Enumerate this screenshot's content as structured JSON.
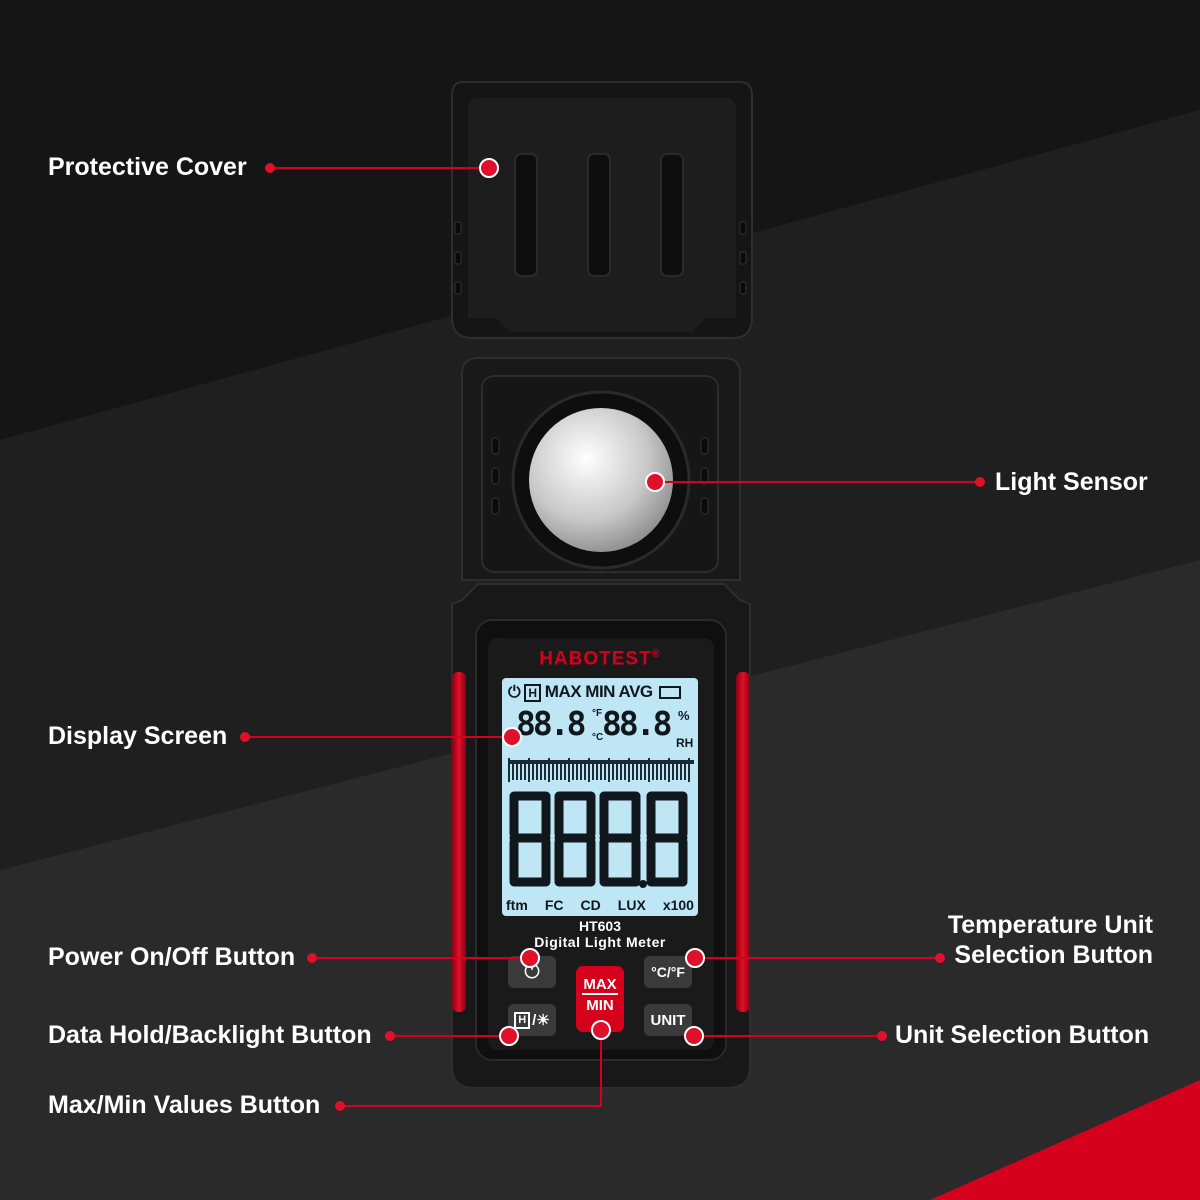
{
  "labels": {
    "protective_cover": "Protective Cover",
    "light_sensor": "Light Sensor",
    "display_screen": "Display Screen",
    "power_button": "Power On/Off Button",
    "temp_unit_line1": "Temperature Unit",
    "temp_unit_line2": "Selection Button",
    "data_hold": "Data Hold/Backlight Button",
    "unit_selection": "Unit Selection Button",
    "max_min": "Max/Min Values Button"
  },
  "device": {
    "brand": "HABOTEST",
    "registered": "®",
    "model": "HT603",
    "product_name": "Digital Light Meter",
    "lcd": {
      "status_icons": "MAX MIN AVG",
      "hold_icon": "H",
      "temp_digits": "88.8",
      "temp_unit_f": "°F",
      "temp_unit_c": "°C",
      "rh_digits": "88.8",
      "rh_percent": "%",
      "rh_label": "RH",
      "main_digits": "8888",
      "units": [
        "ftm",
        "FC",
        "CD",
        "LUX",
        "x100"
      ]
    },
    "buttons": {
      "max": "MAX",
      "min": "MIN",
      "unit": "UNIT",
      "temp": "°C/°F",
      "power_icon": "power-icon",
      "hold_light_icon": "hold-backlight-icon"
    }
  },
  "colors": {
    "accent": "#d4001c",
    "dot": "#e0102a",
    "lcd": "#bfe6f5",
    "body": "#1a1a1a"
  }
}
